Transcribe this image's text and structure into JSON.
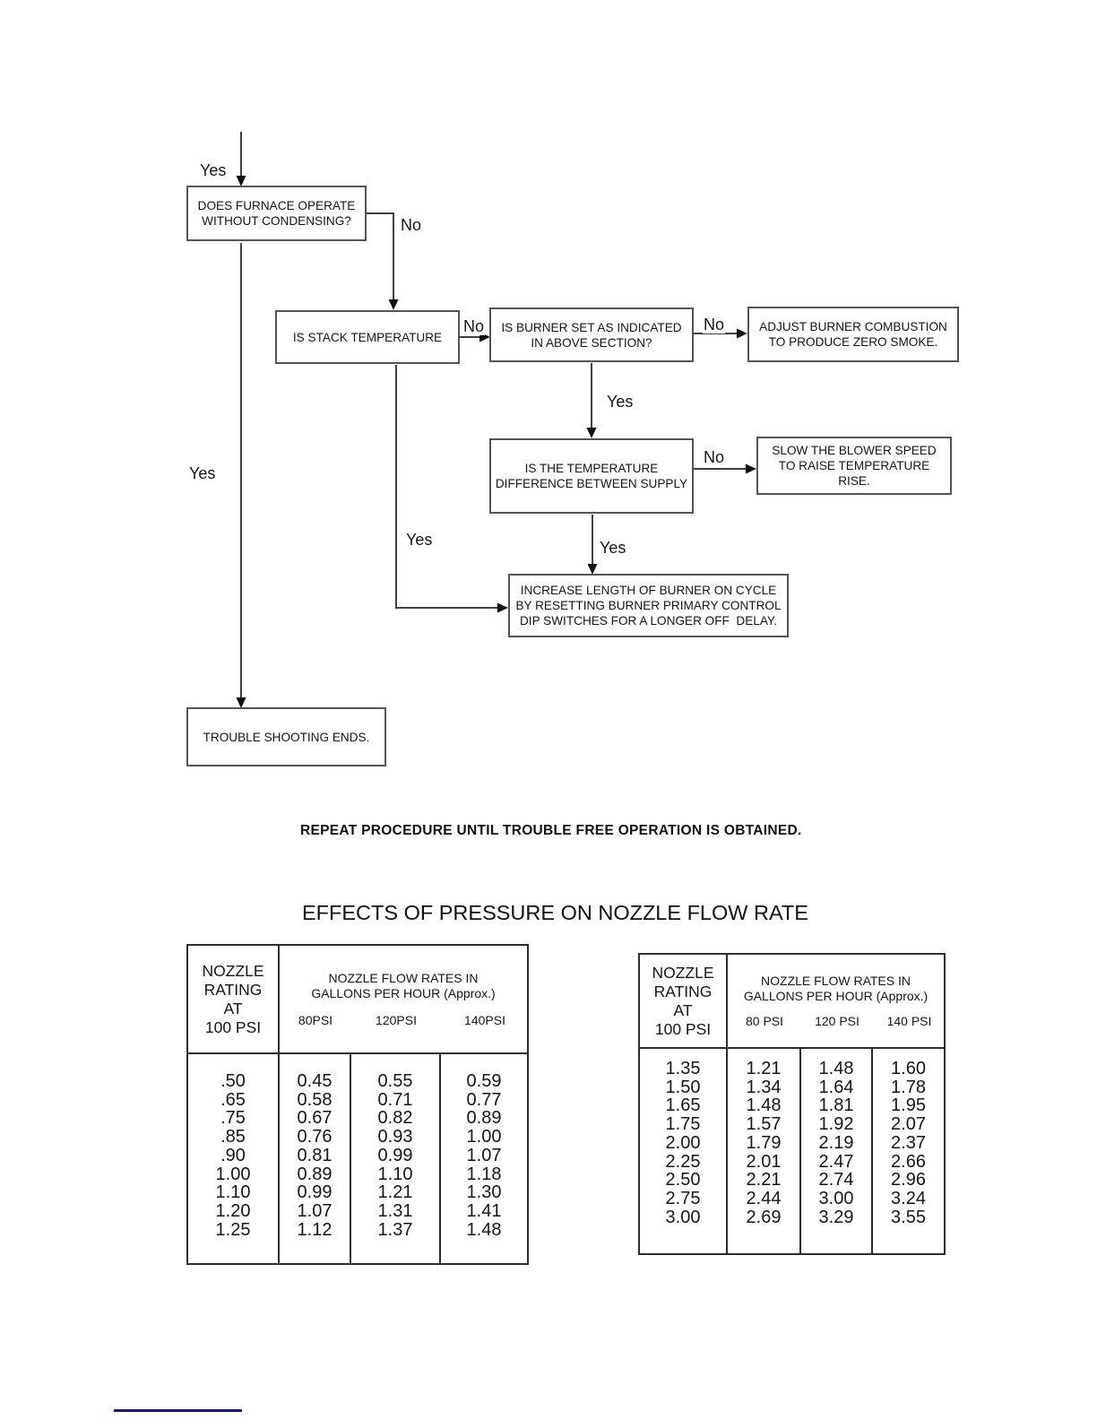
{
  "flowchart": {
    "boxes": {
      "furnace_condensing": "DOES FURNACE OPERATE\nWITHOUT CONDENSING?",
      "stack_temperature": "IS STACK TEMPERATURE",
      "burner_set": "IS BURNER SET AS INDICATED\nIN ABOVE SECTION?",
      "adjust_combustion": "ADJUST BURNER COMBUSTION\nTO PRODUCE ZERO SMOKE.",
      "temperature_difference": "IS THE TEMPERATURE\nDIFFERENCE BETWEEN SUPPLY",
      "slow_blower": "SLOW THE BLOWER SPEED\nTO RAISE TEMPERATURE\nRISE.",
      "increase_cycle": "INCREASE LENGTH OF BURNER ON CYCLE\nBY RESETTING BURNER PRIMARY CONTROL\nDIP SWITCHES FOR A LONGER OFF  DELAY.",
      "trouble_ends": "TROUBLE SHOOTING ENDS."
    },
    "labels": {
      "yes_top": "Yes",
      "no_condensing": "No",
      "no_stack": "No",
      "no_burner_set": "No",
      "yes_burner_set": "Yes",
      "no_temp_diff": "No",
      "yes_temp_diff": "Yes",
      "yes_stack": "Yes",
      "yes_condensing": "Yes"
    }
  },
  "notes": {
    "repeat_procedure": "REPEAT PROCEDURE UNTIL TROUBLE FREE OPERATION IS OBTAINED."
  },
  "section": {
    "title": "EFFECTS OF PRESSURE ON NOZZLE FLOW RATE"
  },
  "tables": [
    {
      "rating_header": "NOZZLE\nRATING\nAT\n100 PSI",
      "flow_header_line1": "NOZZLE FLOW RATES IN",
      "flow_header_line2": "GALLONS PER HOUR (Approx.)",
      "psi_columns": [
        "80PSI",
        "120PSI",
        "140PSI"
      ],
      "rows": [
        [
          ".50",
          "0.45",
          "0.55",
          "0.59"
        ],
        [
          ".65",
          "0.58",
          "0.71",
          "0.77"
        ],
        [
          ".75",
          "0.67",
          "0.82",
          "0.89"
        ],
        [
          ".85",
          "0.76",
          "0.93",
          "1.00"
        ],
        [
          ".90",
          "0.81",
          "0.99",
          "1.07"
        ],
        [
          "1.00",
          "0.89",
          "1.10",
          "1.18"
        ],
        [
          "1.10",
          "0.99",
          "1.21",
          "1.30"
        ],
        [
          "1.20",
          "1.07",
          "1.31",
          "1.41"
        ],
        [
          "1.25",
          "1.12",
          "1.37",
          "1.48"
        ]
      ]
    },
    {
      "rating_header": "NOZZLE\nRATING\nAT\n100 PSI",
      "flow_header_line1": "NOZZLE FLOW RATES IN",
      "flow_header_line2": "GALLONS PER HOUR (Approx.)",
      "psi_columns": [
        "80 PSI",
        "120 PSI",
        "140 PSI"
      ],
      "rows": [
        [
          "1.35",
          "1.21",
          "1.48",
          "1.60"
        ],
        [
          "1.50",
          "1.34",
          "1.64",
          "1.78"
        ],
        [
          "1.65",
          "1.48",
          "1.81",
          "1.95"
        ],
        [
          "1.75",
          "1.57",
          "1.92",
          "2.07"
        ],
        [
          "2.00",
          "1.79",
          "2.19",
          "2.37"
        ],
        [
          "2.25",
          "2.01",
          "2.47",
          "2.66"
        ],
        [
          "2.50",
          "2.21",
          "2.74",
          "2.96"
        ],
        [
          "2.75",
          "2.44",
          "3.00",
          "3.24"
        ],
        [
          "3.00",
          "2.69",
          "3.29",
          "3.55"
        ]
      ]
    }
  ]
}
